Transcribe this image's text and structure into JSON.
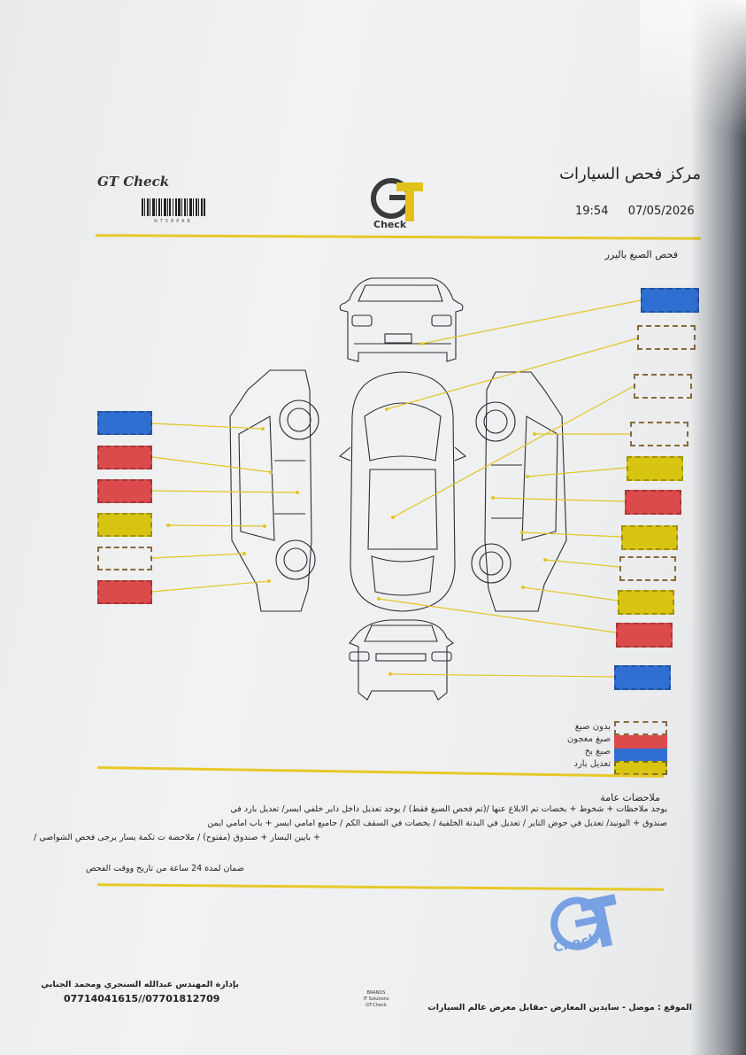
{
  "header": {
    "brand": "GT Check",
    "center_title": "مركز فحص السيارات",
    "time": "19:54",
    "date": "07/05/2026",
    "barcode_text": "NT58PAB",
    "logo_text": "Check",
    "logo_arc_text": "GT"
  },
  "section": {
    "title": "فحص الصبغ باليرر"
  },
  "colors": {
    "blue": "#2f6fd1",
    "red": "#dc4b4b",
    "yellow": "#d8c512",
    "accent_line": "#e7c928",
    "stamp": "#5b8fe0"
  },
  "legend": [
    {
      "label": "بدون صبغ",
      "type": "none"
    },
    {
      "label": "صبغ معجون",
      "type": "red"
    },
    {
      "label": "صبغ بخ",
      "type": "blue"
    },
    {
      "label": "تعديل بارد",
      "type": "yellow"
    }
  ],
  "right_panels": [
    "blue",
    "none",
    "none",
    "none",
    "yellow",
    "red",
    "yellow",
    "none",
    "yellow",
    "red",
    "blue"
  ],
  "left_panels": [
    "blue",
    "red",
    "red",
    "yellow",
    "none",
    "red"
  ],
  "notes": {
    "title": "ملاحضات عامة",
    "lines": [
      "يوجد ملاحظات + شخوط + بخصات تم الابلاغ عنها /(تم فحص الصبغ فقط) / يوجد تعديل داخل داير خلفي ايسر/ تعديل بارد في",
      "صندوق + اليونيد/ تعديل في حوض التاير / تعديل في البدنة الخلفية / بخصات في السقف الكم / جامبع امامي ايسر + باب امامي ايمن",
      "+ بايين اليسار + صندوق (مفتوح) / ملاحضة ت تكمة يسار يرجى فحص الشواصي /"
    ],
    "warranty": "ضمان لمدة 24 ساعة من تاريخ ووقت الفحص"
  },
  "footer": {
    "management": "بإدارة المهندس عبدالله السنجري ومحمد الجنابي",
    "phones": "07714041615//07701812709",
    "center_lines": [
      "BRANDS",
      "IT Solutions",
      "GT-Check"
    ],
    "location": "الموقع : موصل - سايدين المعارض -مقابل معرض عالم السيارات"
  },
  "stamp": {
    "text": "Check",
    "arc_text": "GT"
  }
}
